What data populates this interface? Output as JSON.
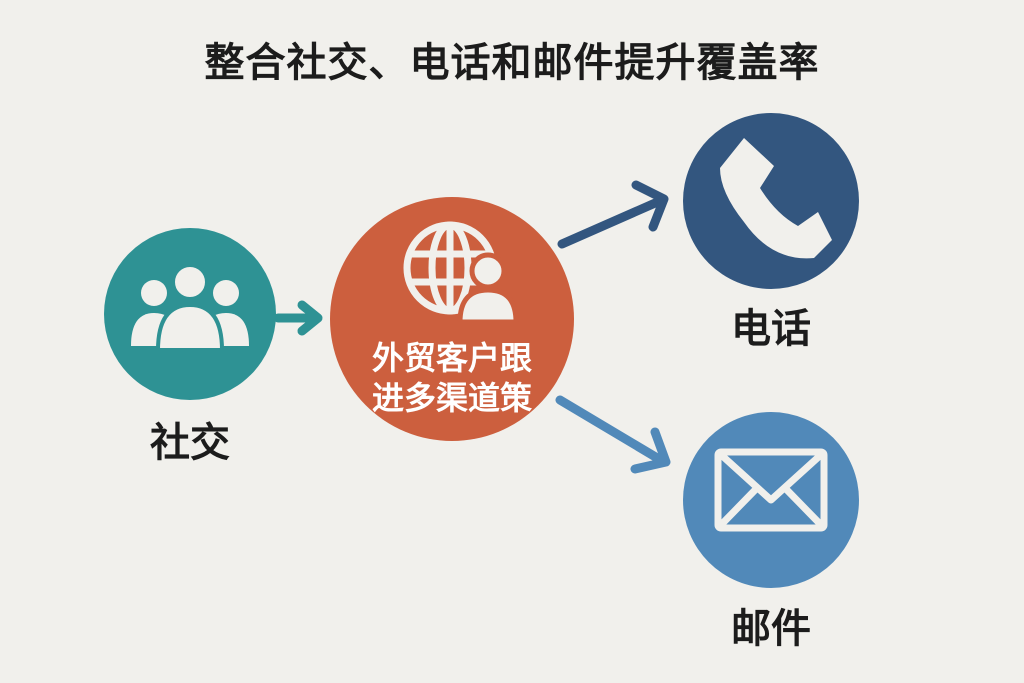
{
  "title": "整合社交、电话和邮件提升覆盖率",
  "nodes": {
    "social": {
      "label": "社交",
      "icon": "users-group-icon",
      "color": "#2e9294"
    },
    "hub": {
      "line1": "外贸客户跟",
      "line2": "进多渠道策",
      "icon": "globe-user-icon",
      "color": "#cc5f3e"
    },
    "phone": {
      "label": "电话",
      "icon": "phone-handset-icon",
      "color": "#33567f"
    },
    "email": {
      "label": "邮件",
      "icon": "envelope-icon",
      "color": "#5189b9"
    }
  },
  "edges": [
    {
      "from": "social",
      "to": "hub"
    },
    {
      "from": "hub",
      "to": "phone"
    },
    {
      "from": "hub",
      "to": "email"
    }
  ]
}
